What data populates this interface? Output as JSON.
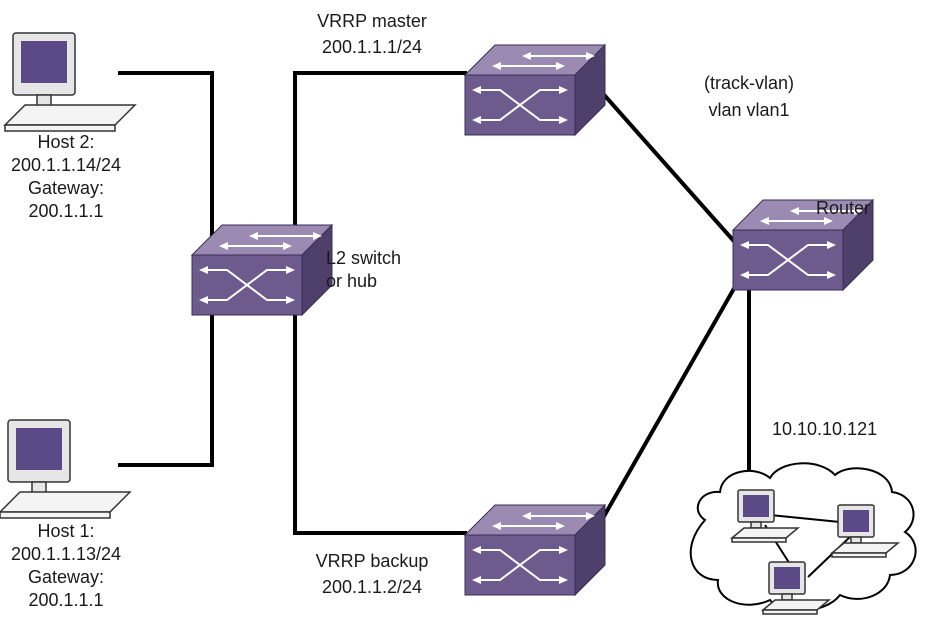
{
  "master": {
    "line1": "VRRP master",
    "line2": "200.1.1.1/24"
  },
  "backup": {
    "line1": "VRRP backup",
    "line2": "200.1.1.2/24"
  },
  "track": {
    "line1": "(track-vlan)",
    "line2": "vlan vlan1"
  },
  "router": {
    "label": "Router"
  },
  "l2switch": {
    "line1": "L2 switch",
    "line2": "or hub"
  },
  "network": {
    "ip": "10.10.10.121"
  },
  "host2": {
    "name": "Host 2:",
    "ip": "200.1.1.14/24",
    "gw_label": "Gateway:",
    "gw": "200.1.1.1"
  },
  "host1": {
    "name": "Host 1:",
    "ip": "200.1.1.13/24",
    "gw_label": "Gateway:",
    "gw": "200.1.1.1"
  },
  "icons": {
    "switch": "network-switch-icon",
    "host": "desktop-computer-icon",
    "cloud": "network-cloud-icon"
  },
  "colors": {
    "device": "#6e5b8e",
    "link": "#000000"
  }
}
